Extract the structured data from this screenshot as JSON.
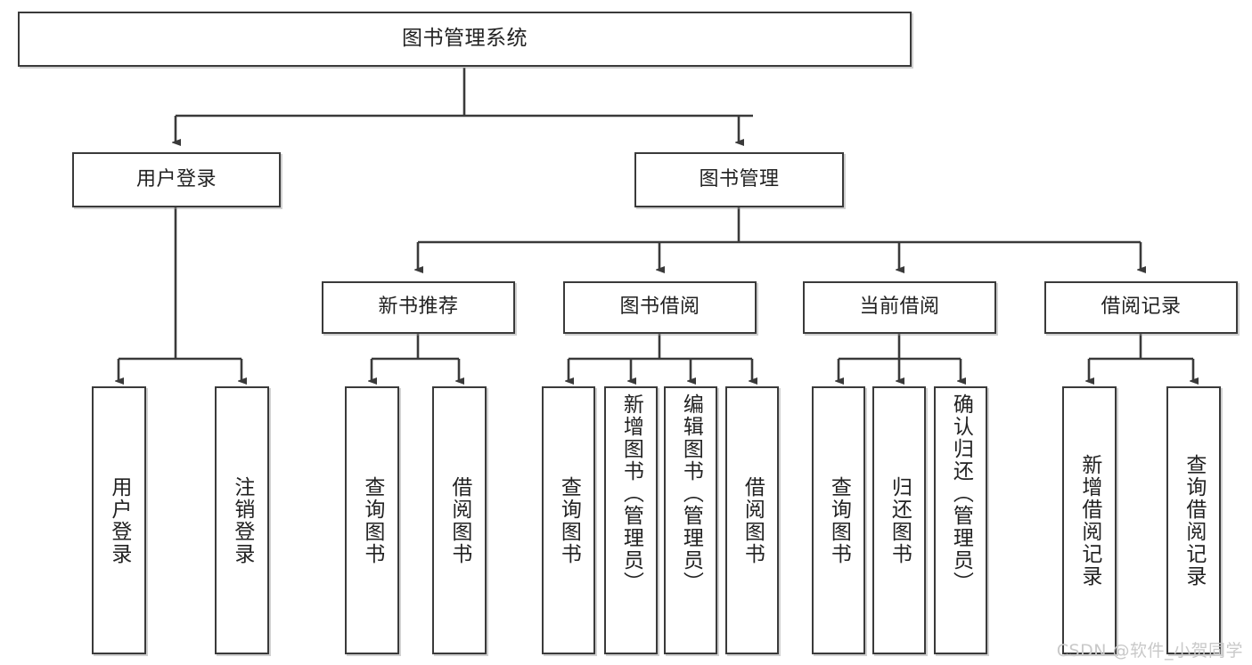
{
  "diagram": {
    "title": "图书管理系统",
    "watermark": "CSDN @软件_小贺同学",
    "colors": {
      "stroke": "#3a3a3a",
      "box_fill": "#ffffff",
      "text": "#222222",
      "background": "#ffffff",
      "watermark": "#c9c9c9"
    },
    "root": {
      "label": "图书管理系统"
    },
    "level2": [
      {
        "label": "用户登录"
      },
      {
        "label": "图书管理"
      }
    ],
    "level3": [
      {
        "label": "新书推荐"
      },
      {
        "label": "图书借阅"
      },
      {
        "label": "当前借阅"
      },
      {
        "label": "借阅记录"
      }
    ],
    "leaves": {
      "user_login": [
        {
          "label": "用户登录"
        },
        {
          "label": "注销登录"
        }
      ],
      "new_book_recommend": [
        {
          "label": "查询图书"
        },
        {
          "label": "借阅图书"
        }
      ],
      "book_borrow": [
        {
          "label": "查询图书"
        },
        {
          "label": "新增图书（管理员）"
        },
        {
          "label": "编辑图书（管理员）"
        },
        {
          "label": "借阅图书"
        }
      ],
      "current_borrow": [
        {
          "label": "查询图书"
        },
        {
          "label": "归还图书"
        },
        {
          "label": "确认归还（管理员）"
        }
      ],
      "borrow_record": [
        {
          "label": "新增借阅记录"
        },
        {
          "label": "查询借阅记录"
        }
      ]
    }
  }
}
